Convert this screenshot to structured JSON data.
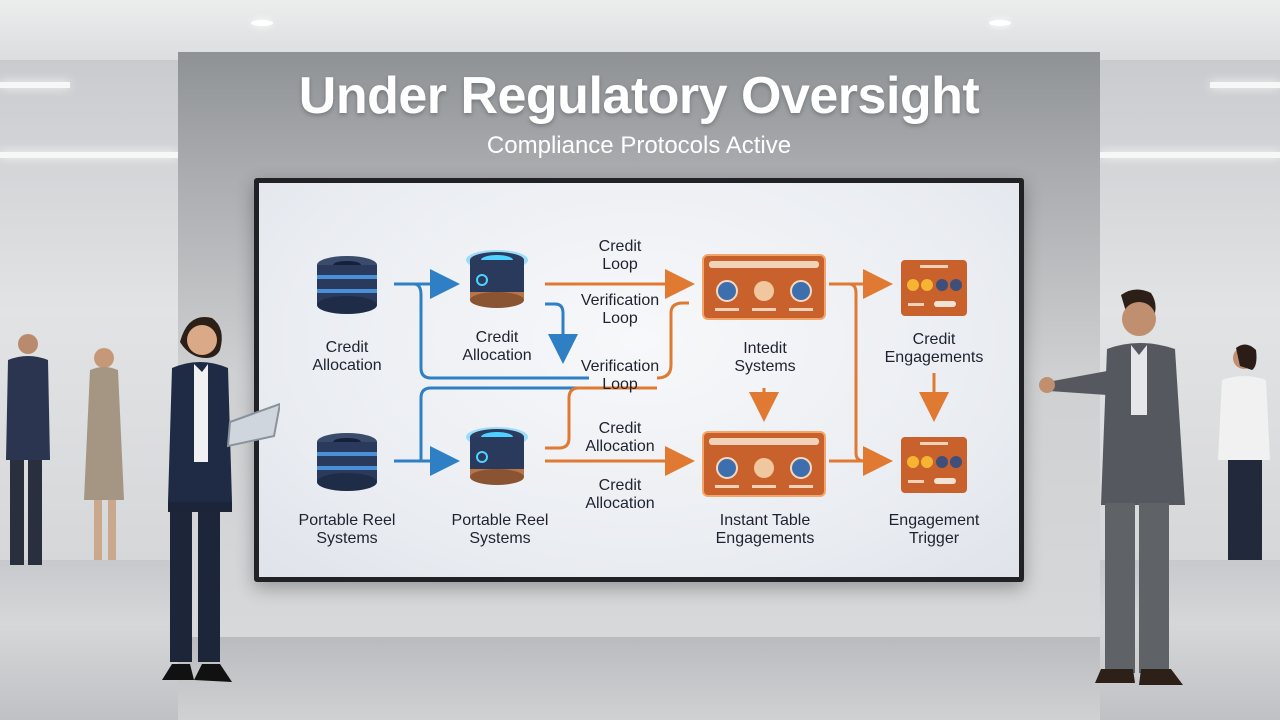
{
  "header": {
    "title": "Under Regulatory Oversight",
    "subtitle": "Compliance Protocols Active"
  },
  "diagram": {
    "nodes": {
      "credit_allocation_1": "Credit\nAllocation",
      "credit_allocation_2": "Credit\nAllocation",
      "portable_reel_1": "Portable Reel\nSystems",
      "portable_reel_2": "Portable Reel\nSystems",
      "intedit_systems": "Intedit\nSystems",
      "instant_table": "Instant Table\nEngagements",
      "credit_engagements": "Credit\nEngagements",
      "engagement_trigger": "Engagement\nTrigger"
    },
    "edge_labels": {
      "credit_loop": "Credit\nLoop",
      "verification_loop_1": "Verification\nLoop",
      "verification_loop_2": "Verification\nLoop",
      "credit_allocation_a": "Credit\nAllocation",
      "credit_allocation_b": "Credit\nAllocation"
    },
    "colors": {
      "blue_flow": "#2f7fc4",
      "orange_flow": "#e07a32",
      "panel_orange": "#c8612c",
      "device_dark": "#2a3a5c"
    }
  }
}
